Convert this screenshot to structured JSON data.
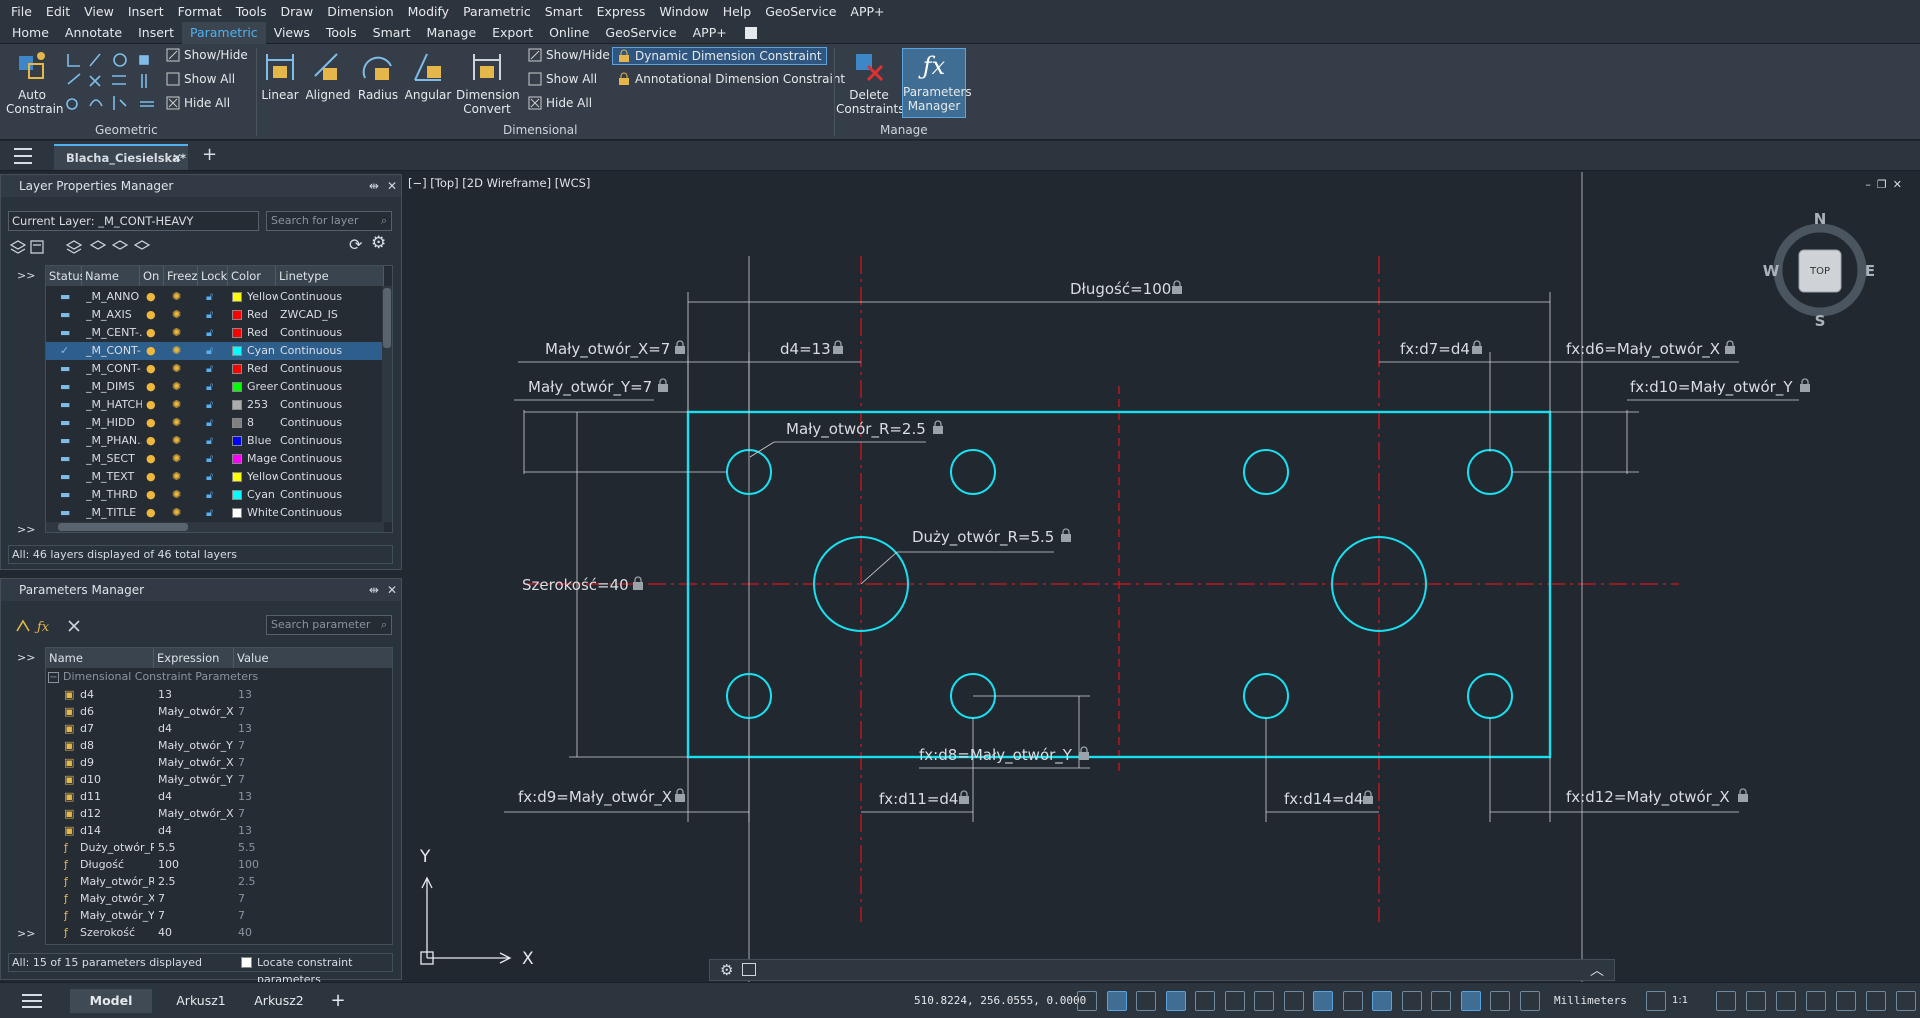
{
  "menu": [
    "File",
    "Edit",
    "View",
    "Insert",
    "Format",
    "Tools",
    "Draw",
    "Dimension",
    "Modify",
    "Parametric",
    "Smart",
    "Express",
    "Window",
    "Help",
    "GeoService",
    "APP+"
  ],
  "ribbon_tabs": [
    {
      "label": "Home",
      "active": false
    },
    {
      "label": "Annotate",
      "active": false
    },
    {
      "label": "Insert",
      "active": false
    },
    {
      "label": "Parametric",
      "active": true
    },
    {
      "label": "Views",
      "active": false
    },
    {
      "label": "Tools",
      "active": false
    },
    {
      "label": "Smart",
      "active": false
    },
    {
      "label": "Manage",
      "active": false
    },
    {
      "label": "Export",
      "active": false
    },
    {
      "label": "Online",
      "active": false
    },
    {
      "label": "GeoService",
      "active": false
    },
    {
      "label": "APP+",
      "active": false
    }
  ],
  "ribbon": {
    "auto_constrain": "Auto\nConstrain",
    "geo_show_hide": "Show/Hide",
    "geo_show_all": "Show All",
    "geo_hide_all": "Hide All",
    "geometric_title": "Geometric",
    "linear": "Linear",
    "aligned": "Aligned",
    "radius": "Radius",
    "angular": "Angular",
    "dim_convert": "Dimension\nConvert",
    "dim_show_hide": "Show/Hide",
    "dim_show_all": "Show All",
    "dim_hide_all": "Hide All",
    "dynamic_dim": "Dynamic Dimension Constraint",
    "annot_dim": "Annotational Dimension Constraint",
    "dimensional_title": "Dimensional",
    "delete_constraints": "Delete\nConstraints",
    "params_manager": "Parameters\nManager",
    "manage_title": "Manage"
  },
  "doc_tab": "Blacha_Ciesielska*",
  "layer_panel": {
    "title": "Layer Properties Manager",
    "current_layer": "Current Layer: _M_CONT-HEAVY",
    "search_placeholder": "Search for layer",
    "headers": [
      "Status",
      "Name",
      "On",
      "Freeze",
      "Lock",
      "Color",
      "Linetype"
    ],
    "layers": [
      {
        "name": "_M_ANNO",
        "color_name": "Yellow",
        "color": "#ffff00",
        "linetype": "Continuous",
        "current": false
      },
      {
        "name": "_M_AXIS",
        "color_name": "Red",
        "color": "#ff0000",
        "linetype": "ZWCAD_IS",
        "current": false
      },
      {
        "name": "_M_CENT-...",
        "color_name": "Red",
        "color": "#ff0000",
        "linetype": "Continuous",
        "current": false
      },
      {
        "name": "_M_CONT-...",
        "color_name": "Cyan",
        "color": "#00ffff",
        "linetype": "Continuous",
        "current": true
      },
      {
        "name": "_M_CONT-...",
        "color_name": "Red",
        "color": "#ff0000",
        "linetype": "Continuous",
        "current": false
      },
      {
        "name": "_M_DIMS",
        "color_name": "Green",
        "color": "#00ff00",
        "linetype": "Continuous",
        "current": false
      },
      {
        "name": "_M_HATCH",
        "color_name": "253",
        "color": "#adadad",
        "linetype": "Continuous",
        "current": false
      },
      {
        "name": "_M_HIDD",
        "color_name": "8",
        "color": "#808080",
        "linetype": "Continuous",
        "current": false
      },
      {
        "name": "_M_PHAN...",
        "color_name": "Blue",
        "color": "#0000ff",
        "linetype": "Continuous",
        "current": false
      },
      {
        "name": "_M_SECT",
        "color_name": "Mage...",
        "color": "#ff00ff",
        "linetype": "Continuous",
        "current": false
      },
      {
        "name": "_M_TEXT",
        "color_name": "Yellow",
        "color": "#ffff00",
        "linetype": "Continuous",
        "current": false
      },
      {
        "name": "_M_THRD",
        "color_name": "Cyan",
        "color": "#00ffff",
        "linetype": "Continuous",
        "current": false
      },
      {
        "name": "_M_TITLE",
        "color_name": "White",
        "color": "#ffffff",
        "linetype": "Continuous",
        "current": false
      }
    ],
    "footer": "All: 46 layers displayed of 46 total layers"
  },
  "params_panel": {
    "title": "Parameters Manager",
    "search_placeholder": "Search parameter",
    "headers": [
      "Name",
      "Expression",
      "Value"
    ],
    "group": "Dimensional Constraint Parameters",
    "params": [
      {
        "name": "d4",
        "expr": "13",
        "value": "13"
      },
      {
        "name": "d6",
        "expr": "Mały_otwór_X",
        "value": "7"
      },
      {
        "name": "d7",
        "expr": "d4",
        "value": "13"
      },
      {
        "name": "d8",
        "expr": "Mały_otwór_Y",
        "value": "7"
      },
      {
        "name": "d9",
        "expr": "Mały_otwór_X",
        "value": "7"
      },
      {
        "name": "d10",
        "expr": "Mały_otwór_Y",
        "value": "7"
      },
      {
        "name": "d11",
        "expr": "d4",
        "value": "13"
      },
      {
        "name": "d12",
        "expr": "Mały_otwór_X",
        "value": "7"
      },
      {
        "name": "d14",
        "expr": "d4",
        "value": "13"
      },
      {
        "name": "Duży_otwór_R",
        "expr": "5.5",
        "value": "5.5"
      },
      {
        "name": "Długość",
        "expr": "100",
        "value": "100"
      },
      {
        "name": "Mały_otwór_R",
        "expr": "2.5",
        "value": "2.5"
      },
      {
        "name": "Mały_otwór_X",
        "expr": "7",
        "value": "7"
      },
      {
        "name": "Mały_otwór_Y",
        "expr": "7",
        "value": "7"
      },
      {
        "name": "Szerokość",
        "expr": "40",
        "value": "40"
      }
    ],
    "footer": "All: 15 of 15 parameters displayed",
    "locate_label": "Locate constraint parameters"
  },
  "viewport": {
    "label": "[−] [Top] [2D Wireframe] [WCS]",
    "cube_top": "TOP",
    "compass": {
      "n": "N",
      "s": "S",
      "e": "E",
      "w": "W"
    },
    "ucs_x": "X",
    "ucs_y": "Y"
  },
  "dims": {
    "dlugosc": "Długość=100",
    "maly_x": "Mały_otwór_X=7",
    "d4": "d4=13",
    "d7": "fx:d7=d4",
    "d6": "fx:d6=Mały_otwór_X",
    "maly_y": "Mały_otwór_Y=7",
    "d10": "fx:d10=Mały_otwór_Y",
    "maly_r": "Mały_otwór_R=2.5",
    "duzy_r": "Duży_otwór_R=5.5",
    "szerokosc": "Szerokość=40",
    "d8": "fx:d8=Mały_otwór_Y",
    "d9": "fx:d9=Mały_otwór_X",
    "d11": "fx:d11=d4",
    "d14": "fx:d14=d4",
    "d12": "fx:d12=Mały_otwór_X"
  },
  "status": {
    "tab_model": "Model",
    "tab_a1": "Arkusz1",
    "tab_a2": "Arkusz2",
    "coords": "510.8224, 256.0555, 0.0000",
    "units": "Millimeters",
    "scale": "1:1"
  },
  "colors": {
    "cyan": "#19e0f0",
    "red": "#d2141e",
    "dim": "#d0d4d8",
    "accent": "#4fb1f0"
  }
}
